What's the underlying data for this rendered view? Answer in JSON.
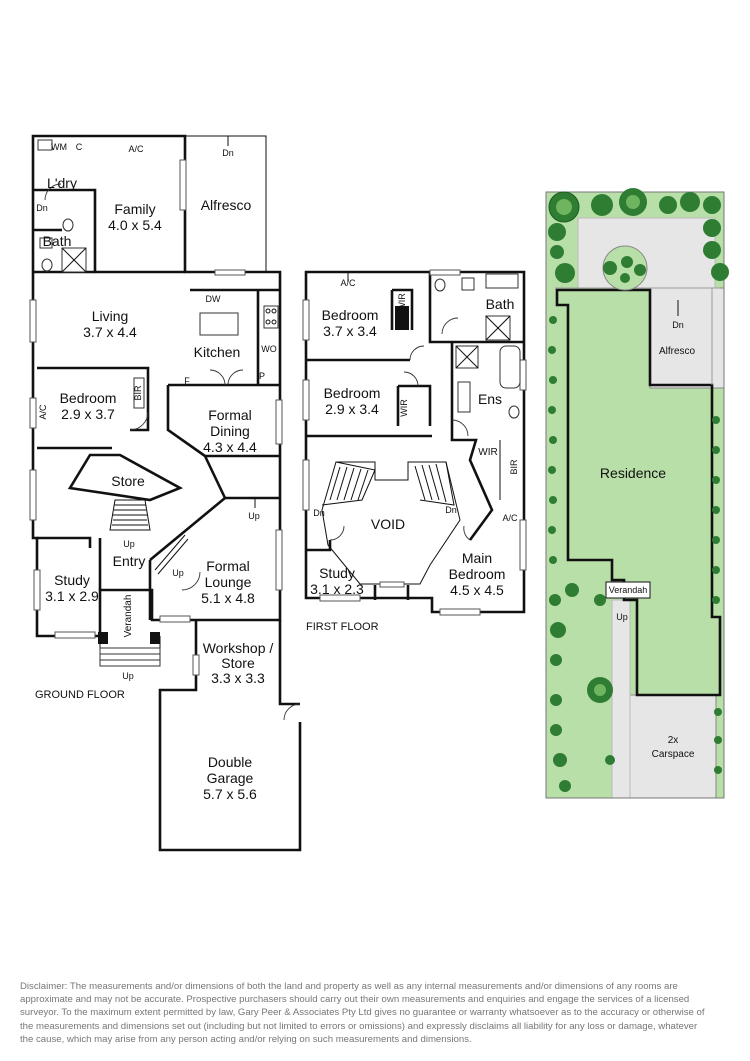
{
  "ground_floor": {
    "caption": "GROUND FLOOR",
    "rooms": {
      "laundry": "L'dry",
      "family_name": "Family",
      "family_size": "4.0 x 5.4",
      "alfresco": "Alfresco",
      "bath": "Bath",
      "living_name": "Living",
      "living_size": "3.7 x 4.4",
      "kitchen": "Kitchen",
      "bedroom_name": "Bedroom",
      "bedroom_size": "2.9 x 3.7",
      "formal_dining_name1": "Formal",
      "formal_dining_name2": "Dining",
      "formal_dining_size": "4.3 x 4.4",
      "store": "Store",
      "entry": "Entry",
      "study_name": "Study",
      "study_size": "3.1 x 2.9",
      "formal_lounge_name1": "Formal",
      "formal_lounge_name2": "Lounge",
      "formal_lounge_size": "5.1 x 4.8",
      "verandah": "Verandah",
      "workshop_name1": "Workshop /",
      "workshop_name2": "Store",
      "workshop_size": "3.3 x 3.3",
      "garage_name1": "Double",
      "garage_name2": "Garage",
      "garage_size": "5.7 x 5.6"
    },
    "marks": {
      "wm": "WM",
      "c": "C",
      "ac_top": "A/C",
      "dn_alfresco": "Dn",
      "dn_laundry": "Dn",
      "dw": "DW",
      "wo": "WO",
      "f": "F",
      "p": "P",
      "bir": "BIR",
      "ac_left": "A/C",
      "up_stair": "Up",
      "up_dining": "Up",
      "up_lounge": "Up",
      "up_verandah": "Up"
    }
  },
  "first_floor": {
    "caption": "FIRST FLOOR",
    "rooms": {
      "bedroom1_name": "Bedroom",
      "bedroom1_size": "3.7 x 3.4",
      "bedroom2_name": "Bedroom",
      "bedroom2_size": "2.9 x 3.4",
      "bath": "Bath",
      "ens": "Ens",
      "void": "VOID",
      "study_name": "Study",
      "study_size": "3.1 x 2.3",
      "main_bedroom_name1": "Main",
      "main_bedroom_name2": "Bedroom",
      "main_bedroom_size": "4.5 x 4.5"
    },
    "marks": {
      "ac_top": "A/C",
      "wir1": "WIR",
      "wir2": "WIR",
      "wir3": "WIR",
      "bir": "BIR",
      "ac_right": "A/C",
      "dn_left": "Dn",
      "dn_right": "Dn"
    }
  },
  "site": {
    "residence": "Residence",
    "alfresco": "Alfresco",
    "dn": "Dn",
    "verandah": "Verandah",
    "up": "Up",
    "carspace1": "2x",
    "carspace2": "Carspace",
    "colors": {
      "lawn": "#b9dfa9",
      "paving": "#e6e6e6",
      "tree": "#2e7d32",
      "tree_light": "#6fb45e"
    }
  },
  "disclaimer": "Disclaimer: The measurements and/or dimensions of both the land and property as well as any internal measurements and/or dimensions of any rooms are approximate and may not be accurate. Prospective purchasers should carry out their own measurements and enquiries and engage the services of a licensed surveyor. To the maximum extent permitted by law, Gary Peer & Associates Pty Ltd gives no guarantee or warranty whatsoever as to the accuracy or otherwise of the measurements and dimensions set out (including but not limited to errors or omissions) and expressly disclaims all liability for any loss or damage, whatever the cause, which may arise from any person acting and/or relying on such measurements and dimensions."
}
